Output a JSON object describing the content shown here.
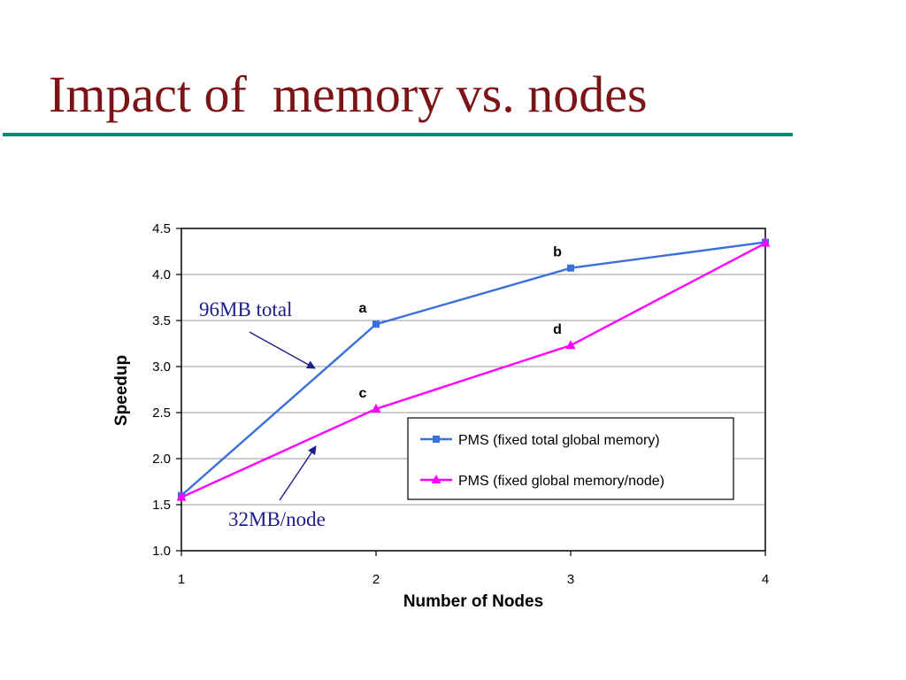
{
  "slide": {
    "title": "Impact of  memory vs. nodes",
    "title_color": "#7b1416",
    "rule_color": "#0f8a76"
  },
  "chart_data": {
    "type": "line",
    "xlabel": "Number of Nodes",
    "ylabel": "Speedup",
    "x": [
      1,
      2,
      3,
      4
    ],
    "xlim": [
      1,
      4
    ],
    "ylim": [
      1.0,
      4.5
    ],
    "yticks": [
      1.0,
      1.5,
      2.0,
      2.5,
      3.0,
      3.5,
      4.0,
      4.5
    ],
    "ytick_labels": [
      "1.0",
      "1.5",
      "2.0",
      "2.5",
      "3.0",
      "3.5",
      "4.0",
      "4.5"
    ],
    "grid": "horizontal",
    "legend_position": "lower-right",
    "series": [
      {
        "name": "PMS (fixed total global memory)",
        "values": [
          1.6,
          3.46,
          4.07,
          4.35
        ],
        "color": "#3a6fdc",
        "marker": "square"
      },
      {
        "name": "PMS (fixed global memory/node)",
        "values": [
          1.58,
          2.54,
          3.23,
          4.34
        ],
        "color": "#ff00ff",
        "marker": "triangle"
      }
    ],
    "point_labels": [
      {
        "text": "a",
        "series": 0,
        "x": 2
      },
      {
        "text": "b",
        "series": 0,
        "x": 3
      },
      {
        "text": "c",
        "series": 1,
        "x": 2
      },
      {
        "text": "d",
        "series": 1,
        "x": 3
      }
    ]
  },
  "callouts": [
    {
      "text": "96MB total",
      "color": "#1c1c8c",
      "target_series": 0
    },
    {
      "text": "32MB/node",
      "color": "#1c1c8c",
      "target_series": 1
    }
  ]
}
